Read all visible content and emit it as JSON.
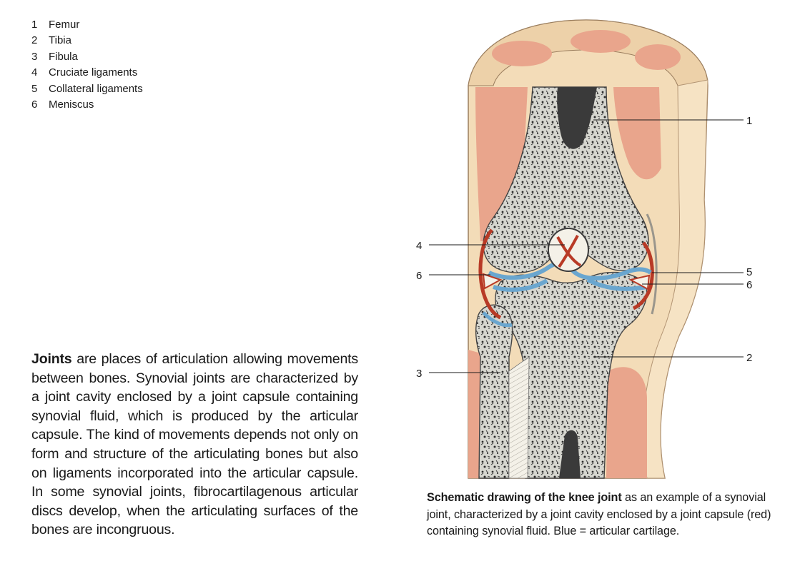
{
  "legend": [
    {
      "num": "1",
      "label": "Femur"
    },
    {
      "num": "2",
      "label": "Tibia"
    },
    {
      "num": "3",
      "label": "Fibula"
    },
    {
      "num": "4",
      "label": "Cruciate ligaments"
    },
    {
      "num": "5",
      "label": "Collateral ligaments"
    },
    {
      "num": "6",
      "label": "Meniscus"
    }
  ],
  "intro": {
    "lead": "Joints",
    "body": " are places of articulation allowing movements between bones. Synovial joints are characterized by a joint cavity enclosed by a joint capsule containing synovial fluid, which is produced by the articular capsule. The kind of movements depends not only on form and structure of the articulating bones but also on ligaments incorporated into the articular capsule. In some synovial joints, fibrocartilagenous articular discs develop, when the articulating surfaces of the bones are incongruous."
  },
  "caption": {
    "lead": "Schematic drawing of the knee joint",
    "body": " as an example of a synovial joint, characterized by a joint cavity enclosed by a joint capsule (red) containing synovial fluid. Blue = articular cartilage."
  },
  "callouts": {
    "femur": "1",
    "cruciate": "4",
    "meniscus_left": "6",
    "collateral": "5",
    "meniscus_right": "6",
    "tibia": "2",
    "fibula": "3"
  },
  "colors": {
    "skin": "#f3dcb8",
    "muscle": "#e9a58c",
    "bone_spongy": "#cdcdc5",
    "marrow_dark": "#3a3a3a",
    "capsule": "#b83a26",
    "cartilage": "#6aa6cf",
    "ligament_white": "#f4f1e8"
  }
}
